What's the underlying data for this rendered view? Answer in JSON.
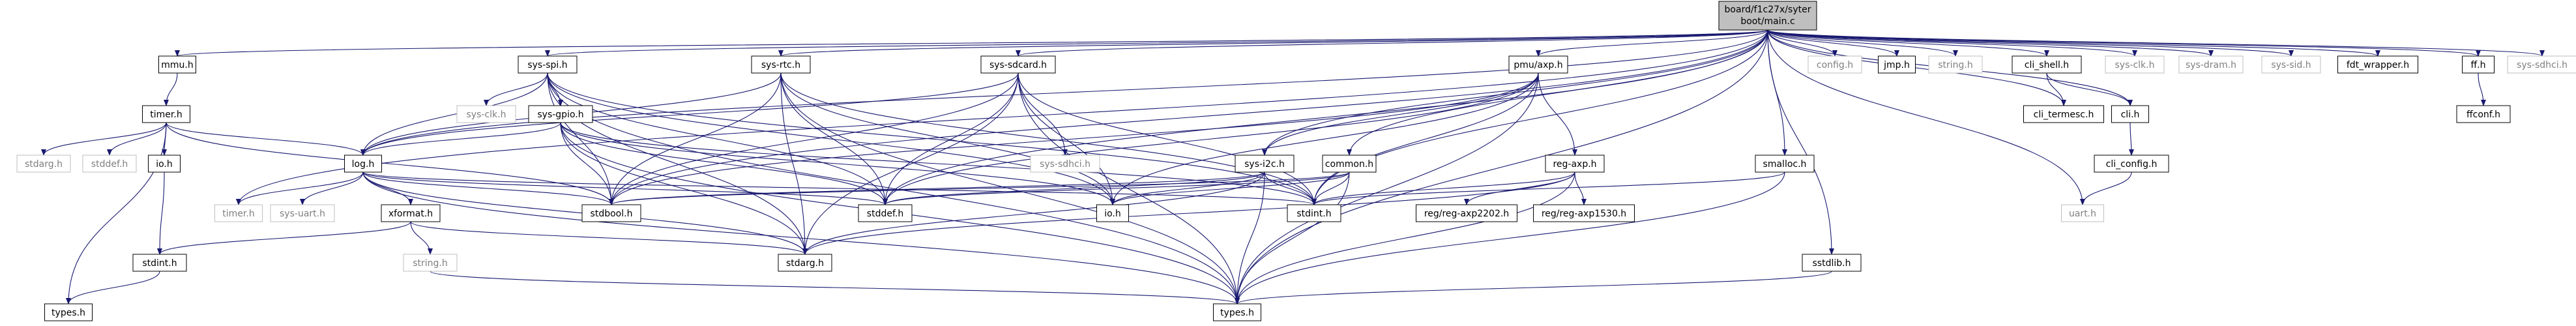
{
  "root": {
    "label_line1": "board/f1c27x/syter",
    "label_line2": "boot/main.c"
  },
  "nodes": [
    {
      "id": "mmu_h",
      "label": "mmu.h",
      "kind": "file"
    },
    {
      "id": "sys_spi_h",
      "label": "sys-spi.h",
      "kind": "file"
    },
    {
      "id": "sys_rtc_h",
      "label": "sys-rtc.h",
      "kind": "file"
    },
    {
      "id": "sys_sdcard_h",
      "label": "sys-sdcard.h",
      "kind": "file"
    },
    {
      "id": "pmu_axp_h",
      "label": "pmu/axp.h",
      "kind": "file"
    },
    {
      "id": "config_h",
      "label": "config.h",
      "kind": "missing"
    },
    {
      "id": "jmp_h",
      "label": "jmp.h",
      "kind": "file"
    },
    {
      "id": "string_h_top",
      "label": "string.h",
      "kind": "missing"
    },
    {
      "id": "cli_shell_h",
      "label": "cli_shell.h",
      "kind": "file"
    },
    {
      "id": "sys_clk_h_top",
      "label": "sys-clk.h",
      "kind": "missing"
    },
    {
      "id": "sys_dram_h",
      "label": "sys-dram.h",
      "kind": "missing"
    },
    {
      "id": "sys_sid_h",
      "label": "sys-sid.h",
      "kind": "missing"
    },
    {
      "id": "fdt_wrapper_h",
      "label": "fdt_wrapper.h",
      "kind": "file"
    },
    {
      "id": "ff_h",
      "label": "ff.h",
      "kind": "file"
    },
    {
      "id": "sys_sdhci_h_top",
      "label": "sys-sdhci.h",
      "kind": "missing"
    },
    {
      "id": "timer_h_file",
      "label": "timer.h",
      "kind": "file"
    },
    {
      "id": "sys_clk_h_mid",
      "label": "sys-clk.h",
      "kind": "missing"
    },
    {
      "id": "sys_gpio_h",
      "label": "sys-gpio.h",
      "kind": "file"
    },
    {
      "id": "sys_sdhci_h_mid",
      "label": "sys-sdhci.h",
      "kind": "missing"
    },
    {
      "id": "reg_axp_h",
      "label": "reg-axp.h",
      "kind": "file"
    },
    {
      "id": "smalloc_h",
      "label": "smalloc.h",
      "kind": "file"
    },
    {
      "id": "cli_termesc_h",
      "label": "cli_termesc.h",
      "kind": "file"
    },
    {
      "id": "cli_h",
      "label": "cli.h",
      "kind": "file"
    },
    {
      "id": "ffconf_h",
      "label": "ffconf.h",
      "kind": "file"
    },
    {
      "id": "stdarg_h_left",
      "label": "stdarg.h",
      "kind": "missing"
    },
    {
      "id": "stddef_h_left",
      "label": "stddef.h",
      "kind": "missing"
    },
    {
      "id": "io_h_left",
      "label": "io.h",
      "kind": "file"
    },
    {
      "id": "log_h",
      "label": "log.h",
      "kind": "file"
    },
    {
      "id": "sys_i2c_h",
      "label": "sys-i2c.h",
      "kind": "file"
    },
    {
      "id": "common_h",
      "label": "common.h",
      "kind": "file"
    },
    {
      "id": "cli_config_h",
      "label": "cli_config.h",
      "kind": "file"
    },
    {
      "id": "timer_h_missing",
      "label": "timer.h",
      "kind": "missing"
    },
    {
      "id": "sys_uart_h",
      "label": "sys-uart.h",
      "kind": "missing"
    },
    {
      "id": "xformat_h",
      "label": "xformat.h",
      "kind": "file"
    },
    {
      "id": "stdbool_h",
      "label": "stdbool.h",
      "kind": "file"
    },
    {
      "id": "stddef_h",
      "label": "stddef.h",
      "kind": "file"
    },
    {
      "id": "io_h",
      "label": "io.h",
      "kind": "file"
    },
    {
      "id": "stdint_h",
      "label": "stdint.h",
      "kind": "file"
    },
    {
      "id": "reg_axp2202_h",
      "label": "reg/reg-axp2202.h",
      "kind": "file"
    },
    {
      "id": "reg_axp1530_h",
      "label": "reg/reg-axp1530.h",
      "kind": "file"
    },
    {
      "id": "uart_h",
      "label": "uart.h",
      "kind": "missing"
    },
    {
      "id": "string_h_mid",
      "label": "string.h",
      "kind": "missing"
    },
    {
      "id": "stdarg_h",
      "label": "stdarg.h",
      "kind": "file"
    },
    {
      "id": "sstdlib_h",
      "label": "sstdlib.h",
      "kind": "file"
    },
    {
      "id": "stdint_h_left",
      "label": "stdint.h",
      "kind": "file"
    },
    {
      "id": "types_h_left",
      "label": "types.h",
      "kind": "file"
    },
    {
      "id": "types_h",
      "label": "types.h",
      "kind": "file"
    }
  ],
  "edges": [
    [
      "root",
      "mmu_h"
    ],
    [
      "root",
      "sys_spi_h"
    ],
    [
      "root",
      "sys_rtc_h"
    ],
    [
      "root",
      "sys_sdcard_h"
    ],
    [
      "root",
      "pmu_axp_h"
    ],
    [
      "root",
      "config_h"
    ],
    [
      "root",
      "jmp_h"
    ],
    [
      "root",
      "string_h_top"
    ],
    [
      "root",
      "cli_shell_h"
    ],
    [
      "root",
      "sys_clk_h_top"
    ],
    [
      "root",
      "sys_dram_h"
    ],
    [
      "root",
      "sys_sid_h"
    ],
    [
      "root",
      "fdt_wrapper_h"
    ],
    [
      "root",
      "ff_h"
    ],
    [
      "root",
      "sys_sdhci_h_top"
    ],
    [
      "root",
      "log_h"
    ],
    [
      "root",
      "timer_h_missing"
    ],
    [
      "root",
      "stdbool_h"
    ],
    [
      "root",
      "stddef_h"
    ],
    [
      "root",
      "stdint_h"
    ],
    [
      "root",
      "sys_i2c_h"
    ],
    [
      "root",
      "common_h"
    ],
    [
      "root",
      "smalloc_h"
    ],
    [
      "root",
      "sstdlib_h"
    ],
    [
      "root",
      "cli_h"
    ],
    [
      "root",
      "uart_h"
    ],
    [
      "root",
      "cli_termesc_h"
    ],
    [
      "root",
      "types_h"
    ],
    [
      "mmu_h",
      "timer_h_file"
    ],
    [
      "timer_h_file",
      "stdarg_h_left"
    ],
    [
      "timer_h_file",
      "stddef_h_left"
    ],
    [
      "timer_h_file",
      "io_h_left"
    ],
    [
      "timer_h_file",
      "log_h"
    ],
    [
      "timer_h_file",
      "stdbool_h"
    ],
    [
      "timer_h_file",
      "types_h_left"
    ],
    [
      "io_h_left",
      "stdint_h_left"
    ],
    [
      "stdint_h_left",
      "types_h_left"
    ],
    [
      "sys_spi_h",
      "sys_clk_h_mid"
    ],
    [
      "sys_spi_h",
      "sys_gpio_h"
    ],
    [
      "sys_spi_h",
      "log_h"
    ],
    [
      "sys_spi_h",
      "stdbool_h"
    ],
    [
      "sys_spi_h",
      "stddef_h"
    ],
    [
      "sys_spi_h",
      "io_h"
    ],
    [
      "sys_spi_h",
      "stdarg_h"
    ],
    [
      "sys_spi_h",
      "types_h"
    ],
    [
      "sys_spi_h",
      "stdint_h"
    ],
    [
      "sys_gpio_h",
      "log_h"
    ],
    [
      "sys_gpio_h",
      "stdbool_h"
    ],
    [
      "sys_gpio_h",
      "stddef_h"
    ],
    [
      "sys_gpio_h",
      "io_h"
    ],
    [
      "sys_gpio_h",
      "stdint_h"
    ],
    [
      "sys_gpio_h",
      "stdarg_h"
    ],
    [
      "sys_gpio_h",
      "types_h"
    ],
    [
      "sys_rtc_h",
      "log_h"
    ],
    [
      "sys_rtc_h",
      "stdbool_h"
    ],
    [
      "sys_rtc_h",
      "stddef_h"
    ],
    [
      "sys_rtc_h",
      "io_h"
    ],
    [
      "sys_rtc_h",
      "stdint_h"
    ],
    [
      "sys_rtc_h",
      "stdarg_h"
    ],
    [
      "sys_rtc_h",
      "types_h"
    ],
    [
      "sys_sdcard_h",
      "sys_sdhci_h_mid"
    ],
    [
      "sys_sdcard_h",
      "log_h"
    ],
    [
      "sys_sdcard_h",
      "stdbool_h"
    ],
    [
      "sys_sdcard_h",
      "stddef_h"
    ],
    [
      "sys_sdcard_h",
      "io_h"
    ],
    [
      "sys_sdcard_h",
      "stdint_h"
    ],
    [
      "sys_sdcard_h",
      "stdarg_h"
    ],
    [
      "sys_sdcard_h",
      "types_h"
    ],
    [
      "pmu_axp_h",
      "sys_i2c_h"
    ],
    [
      "pmu_axp_h",
      "reg_axp_h"
    ],
    [
      "pmu_axp_h",
      "stdbool_h"
    ],
    [
      "pmu_axp_h",
      "stddef_h"
    ],
    [
      "pmu_axp_h",
      "stdint_h"
    ],
    [
      "pmu_axp_h",
      "io_h"
    ],
    [
      "pmu_axp_h",
      "types_h"
    ],
    [
      "reg_axp_h",
      "reg_axp2202_h"
    ],
    [
      "reg_axp_h",
      "reg_axp1530_h"
    ],
    [
      "reg_axp_h",
      "stdint_h"
    ],
    [
      "reg_axp_h",
      "stdarg_h"
    ],
    [
      "reg_axp_h",
      "types_h"
    ],
    [
      "sys_i2c_h",
      "stdbool_h"
    ],
    [
      "sys_i2c_h",
      "stddef_h"
    ],
    [
      "sys_i2c_h",
      "io_h"
    ],
    [
      "sys_i2c_h",
      "stdint_h"
    ],
    [
      "sys_i2c_h",
      "stdarg_h"
    ],
    [
      "sys_i2c_h",
      "types_h"
    ],
    [
      "common_h",
      "stdbool_h"
    ],
    [
      "common_h",
      "stddef_h"
    ],
    [
      "common_h",
      "io_h"
    ],
    [
      "common_h",
      "stdint_h"
    ],
    [
      "common_h",
      "types_h"
    ],
    [
      "log_h",
      "timer_h_missing"
    ],
    [
      "log_h",
      "sys_uart_h"
    ],
    [
      "log_h",
      "xformat_h"
    ],
    [
      "log_h",
      "stdbool_h"
    ],
    [
      "log_h",
      "stddef_h"
    ],
    [
      "log_h",
      "stdint_h"
    ],
    [
      "log_h",
      "stdarg_h"
    ],
    [
      "log_h",
      "types_h"
    ],
    [
      "xformat_h",
      "string_h_mid"
    ],
    [
      "xformat_h",
      "stdarg_h"
    ],
    [
      "xformat_h",
      "stdint_h_left"
    ],
    [
      "string_h_mid",
      "types_h"
    ],
    [
      "smalloc_h",
      "stdint_h"
    ],
    [
      "smalloc_h",
      "types_h"
    ],
    [
      "sstdlib_h",
      "types_h"
    ],
    [
      "cli_shell_h",
      "cli_termesc_h"
    ],
    [
      "cli_shell_h",
      "cli_h"
    ],
    [
      "cli_h",
      "cli_config_h"
    ],
    [
      "cli_config_h",
      "uart_h"
    ],
    [
      "ff_h",
      "ffconf_h"
    ]
  ]
}
